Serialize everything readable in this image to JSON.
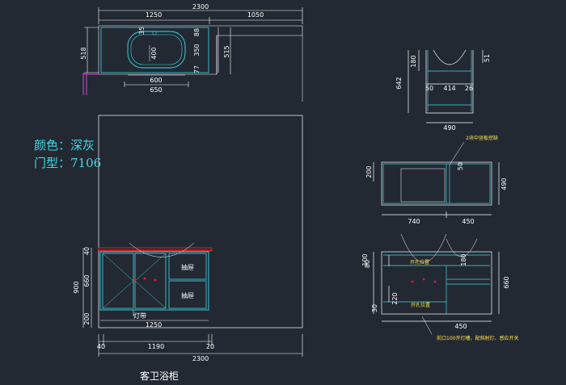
{
  "top_view": {
    "overall_width": "2300",
    "left_width": "1250",
    "right_width": "1050",
    "depth_left": "518",
    "depth_right": "515",
    "basin_inner_top": "35",
    "basin_inner_height": "400",
    "right_dim_top": "88",
    "right_dim_mid": "350",
    "right_dim_low": "77",
    "basin_width": "600",
    "basin_outer_width": "650"
  },
  "side_view": {
    "height_total": "642",
    "height_top": "180",
    "right_gap": "51",
    "w_left": "50",
    "w_mid": "414",
    "w_right": "26",
    "width_bottom": "490"
  },
  "plan_view": {
    "note": "2块中竖板挖缺",
    "depth_left": "200",
    "mid_label": "50",
    "depth_right": "490",
    "w_left": "740",
    "w_right": "450"
  },
  "section_view": {
    "h_top": "100",
    "h_mid_a": "80",
    "h_right": "180",
    "h_mid_b": "220",
    "h_bottom": "30",
    "h_total": "660",
    "small_label_1": "开孔位置",
    "small_label_2": "开孔位置",
    "width_bottom": "450",
    "note": "前口100开灯槽，配斜射灯、感应开关"
  },
  "front_view": {
    "color_text": "颜色：深灰",
    "door_text": "门型：7106",
    "h_top": "40",
    "h_mid": "660",
    "h_total": "900",
    "h_bottom": "200",
    "drawer_1": "抽屉",
    "drawer_2": "抽屉",
    "light_label": "灯带",
    "width_inner": "1250",
    "w_left": "40",
    "w_mid": "1190",
    "w_right": "20",
    "overall_width": "2300"
  },
  "caption": "客卫浴柜"
}
